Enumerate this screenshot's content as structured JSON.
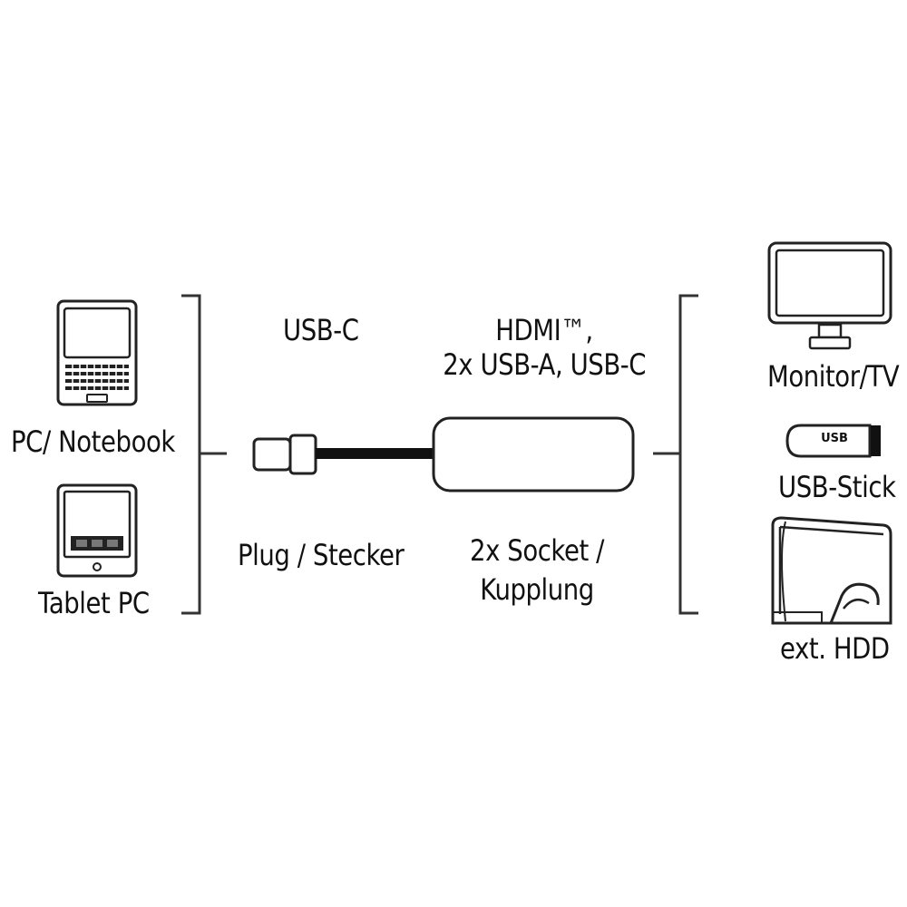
{
  "left_devices": {
    "notebook_label": "PC/ Notebook",
    "tablet_label": "Tablet PC"
  },
  "connector": {
    "plug_type": "USB-C",
    "plug_label": "Plug / Stecker"
  },
  "hub": {
    "ports_line1": "HDMI™,",
    "ports_line2": "2x USB-A, USB-C",
    "socket_line1": "2x Socket /",
    "socket_line2": "Kupplung"
  },
  "right_devices": {
    "monitor_label": "Monitor/TV",
    "usb_stick_label": "USB-Stick",
    "usb_stick_print": "USB",
    "hdd_label": "ext. HDD"
  }
}
